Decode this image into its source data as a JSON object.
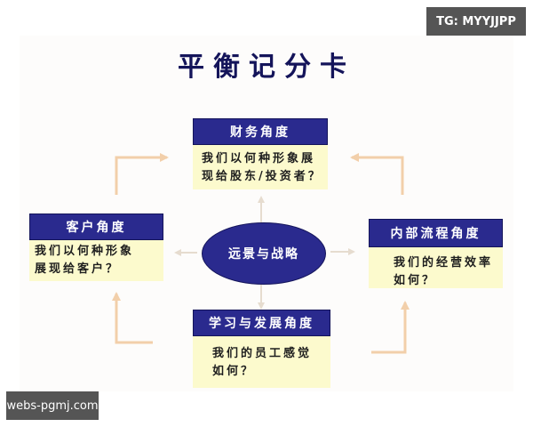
{
  "watermarks": {
    "top_right": "TG: MYYJJPP",
    "bottom_left": "webs-pgmj.com"
  },
  "diagram": {
    "title": "平衡记分卡",
    "center": "远景与战略",
    "colors": {
      "header_bg": "#2a2a8e",
      "body_bg": "#fcfacd",
      "title_text": "#14145a",
      "arrow": "#f2cfaa"
    },
    "perspectives": {
      "finance": {
        "title": "财务角度",
        "line1": "我们以何种形象展",
        "line2": "现给股东/投资者？"
      },
      "customer": {
        "title": "客户角度",
        "line1": "我们以何种形象",
        "line2": "展现给客户？"
      },
      "internal": {
        "title": "内部流程角度",
        "line1": "我们的经营效率",
        "line2": "如何？"
      },
      "learning": {
        "title": "学习与发展角度",
        "line1": "我们的员工感觉",
        "line2": "如何？"
      }
    }
  }
}
